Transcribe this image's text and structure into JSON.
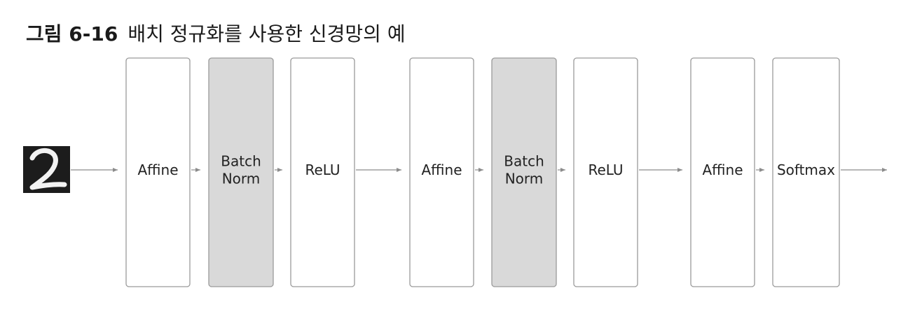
{
  "figure": {
    "label": "그림 6-16",
    "caption": "배치 정규화를 사용한 신경망의 예"
  },
  "input_image": {
    "digit": "2",
    "background": "#1c1c1c",
    "foreground": "#f2f2f2"
  },
  "layers": [
    {
      "label_lines": [
        "Affine"
      ],
      "shaded": false
    },
    {
      "label_lines": [
        "Batch",
        "Norm"
      ],
      "shaded": true
    },
    {
      "label_lines": [
        "ReLU"
      ],
      "shaded": false
    },
    {
      "label_lines": [
        "Affine"
      ],
      "shaded": false
    },
    {
      "label_lines": [
        "Batch",
        "Norm"
      ],
      "shaded": true
    },
    {
      "label_lines": [
        "ReLU"
      ],
      "shaded": false
    },
    {
      "label_lines": [
        "Affine"
      ],
      "shaded": false
    },
    {
      "label_lines": [
        "Softmax"
      ],
      "shaded": false
    }
  ],
  "colors": {
    "box_stroke": "#9a9a9a",
    "shaded_fill": "#d9d9d9",
    "arrow": "#8c8c8c"
  }
}
